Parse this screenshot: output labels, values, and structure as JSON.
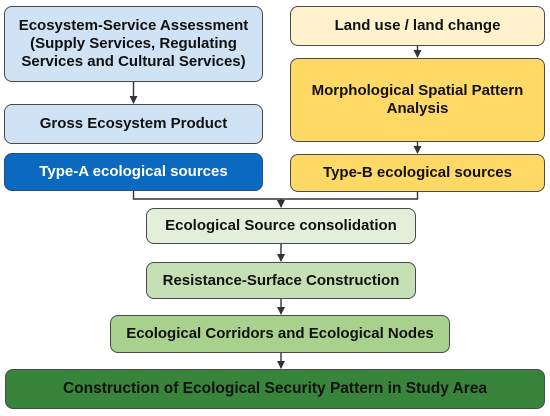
{
  "colors": {
    "light_blue": "#cfe3f5",
    "blue": "#0b6ac0",
    "light_yellow": "#fff2cc",
    "yellow": "#ffd966",
    "pale_green": "#e2f0d9",
    "light_green": "#c5e0b4",
    "mid_green": "#a9d18e",
    "dark_green": "#38843a",
    "arrow": "#333333"
  },
  "boxes": {
    "assessment": "Ecosystem-Service Assessment (Supply Services, Regulating Services and Cultural Services)",
    "gep": "Gross Ecosystem Product",
    "type_a": "Type-A ecological sources",
    "land_use": "Land use / land change",
    "mspa": "Morphological Spatial Pattern Analysis",
    "type_b": "Type-B ecological sources",
    "consolidation": "Ecological Source consolidation",
    "resistance": "Resistance-Surface Construction",
    "corridors": "Ecological Corridors and Ecological Nodes",
    "security_pattern": "Construction of Ecological Security Pattern in Study Area"
  }
}
